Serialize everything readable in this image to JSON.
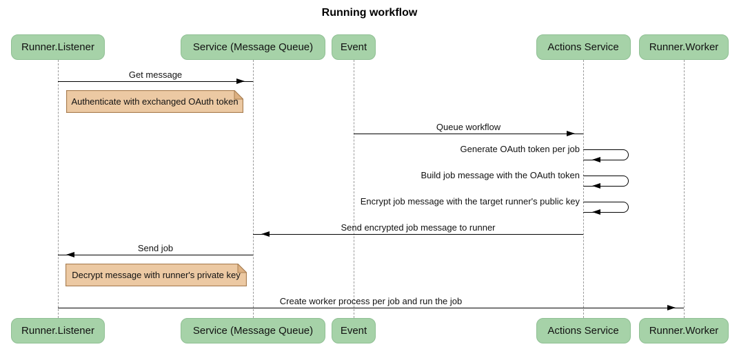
{
  "diagram": {
    "title": "Running workflow",
    "actors": [
      {
        "id": "runner-listener",
        "label": "Runner.Listener"
      },
      {
        "id": "service-mq",
        "label": "Service (Message Queue)"
      },
      {
        "id": "event",
        "label": "Event"
      },
      {
        "id": "actions-service",
        "label": "Actions Service"
      },
      {
        "id": "runner-worker",
        "label": "Runner.Worker"
      }
    ],
    "messages": [
      {
        "kind": "arrow",
        "from": "runner-listener",
        "to": "service-mq",
        "label": "Get message"
      },
      {
        "kind": "note",
        "label": "Authenticate with exchanged OAuth token"
      },
      {
        "kind": "arrow",
        "from": "event",
        "to": "actions-service",
        "label": "Queue workflow"
      },
      {
        "kind": "self",
        "actor": "actions-service",
        "label": "Generate OAuth token per job"
      },
      {
        "kind": "self",
        "actor": "actions-service",
        "label": "Build job message with the OAuth token"
      },
      {
        "kind": "self",
        "actor": "actions-service",
        "label": "Encrypt job message with the target runner's public key"
      },
      {
        "kind": "arrow",
        "from": "actions-service",
        "to": "service-mq",
        "label": "Send encrypted job message to runner"
      },
      {
        "kind": "arrow",
        "from": "service-mq",
        "to": "runner-listener",
        "label": "Send job"
      },
      {
        "kind": "note",
        "label": "Decrypt message with runner's private key"
      },
      {
        "kind": "arrow",
        "from": "runner-listener",
        "to": "runner-worker",
        "label": "Create worker process per job and run the job"
      }
    ],
    "colors": {
      "actor_fill": "#a6d2a8",
      "actor_border": "#8fbf93",
      "note_fill": "#ecc9a3",
      "note_fold": "#ddb183",
      "note_border": "#a87e52",
      "lifeline": "#999999",
      "message": "#000000"
    }
  }
}
